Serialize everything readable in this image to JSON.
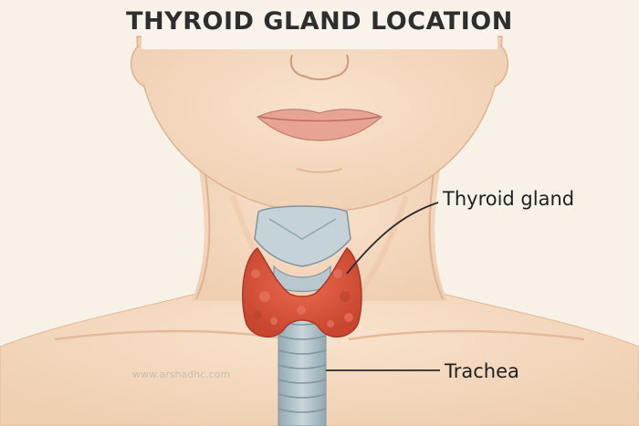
{
  "title": "THYROID GLAND LOCATION",
  "labels": {
    "thyroid_gland": "Thyroid gland",
    "trachea": "Trachea"
  },
  "watermark": "www.arshadhc.com",
  "colors": {
    "background": "#f8f1e7",
    "skin": "#f6dcc4",
    "thyroid": "#d9573f",
    "cartilage": "#b9c8cf",
    "trachea": "#a9bcc4",
    "title_text": "#2e2e2e"
  }
}
